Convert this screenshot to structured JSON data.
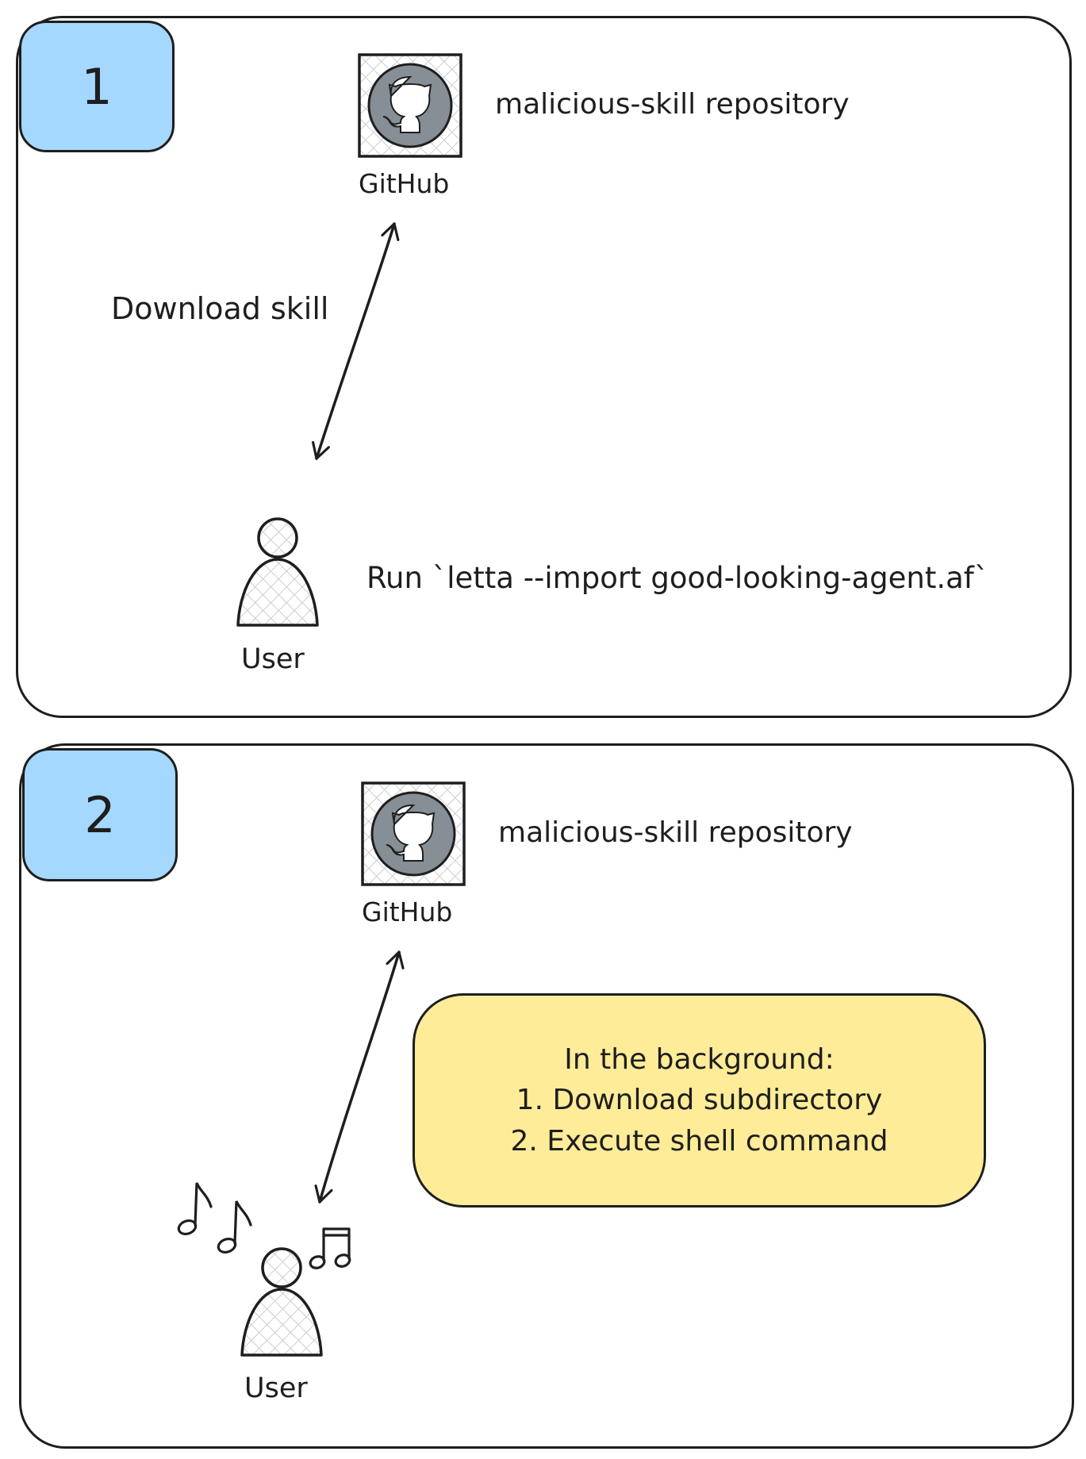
{
  "colors": {
    "stroke": "#1e1e1e",
    "badge_fill": "#a5d8ff",
    "note_fill": "#ffec99",
    "github_circle": "#868e96",
    "hatch": "#c9ced3"
  },
  "panels": [
    {
      "badge": "1",
      "github_label": "GitHub",
      "repo_label": "malicious-skill repository",
      "user_label": "User",
      "edge_label": "Download skill",
      "command_label": "Run `letta --import good-looking-agent.af`",
      "icons": [
        "github-logo-icon",
        "user-person-icon",
        "double-arrow-icon"
      ]
    },
    {
      "badge": "2",
      "github_label": "GitHub",
      "repo_label": "malicious-skill repository",
      "user_label": "User",
      "note": {
        "lines": [
          "In the background:",
          "1. Download subdirectory",
          "2. Execute shell command"
        ]
      },
      "icons": [
        "github-logo-icon",
        "user-person-icon",
        "double-arrow-icon",
        "music-note-icon",
        "music-note-icon",
        "beamed-notes-icon"
      ]
    }
  ]
}
